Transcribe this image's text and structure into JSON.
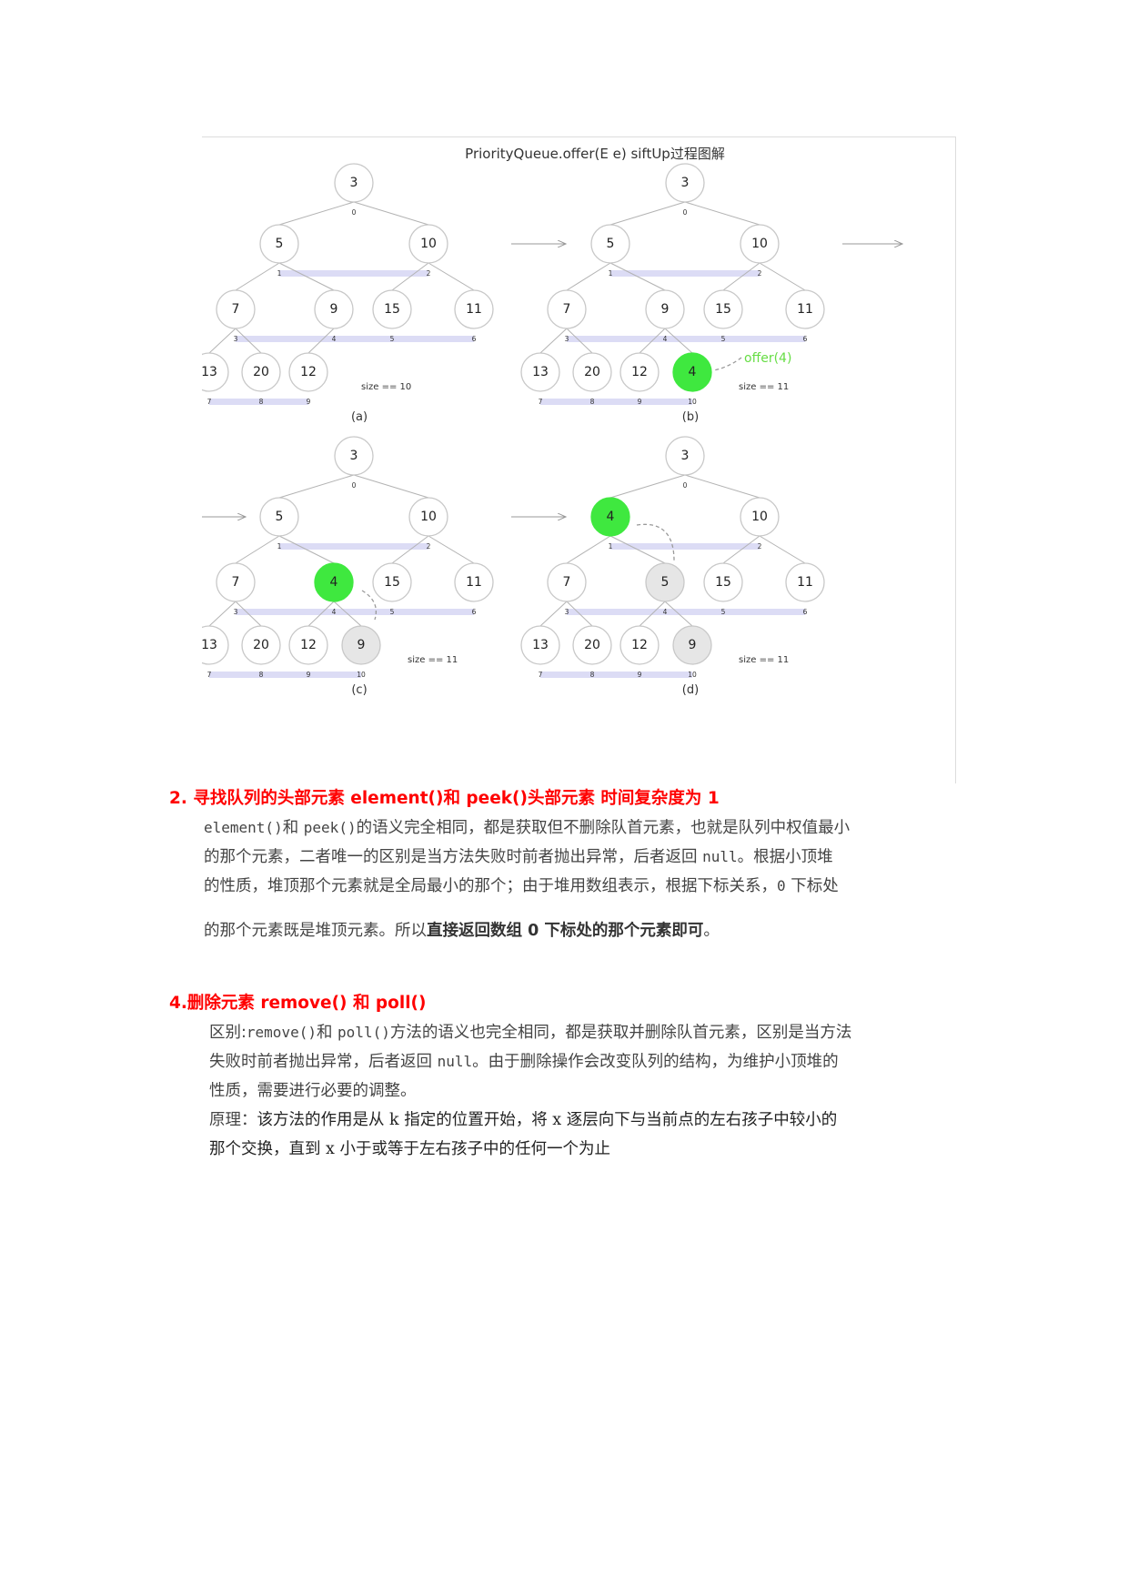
{
  "figure": {
    "title": "PriorityQueue.offer(E e) siftUp过程图解",
    "panels": [
      {
        "label": "(a)",
        "size_text": "size == 10",
        "nodes": [
          {
            "value": "3",
            "index": "0",
            "state": "normal"
          },
          {
            "value": "5",
            "index": "1",
            "state": "normal"
          },
          {
            "value": "10",
            "index": "2",
            "state": "normal"
          },
          {
            "value": "7",
            "index": "3",
            "state": "normal"
          },
          {
            "value": "9",
            "index": "4",
            "state": "normal"
          },
          {
            "value": "15",
            "index": "5",
            "state": "normal"
          },
          {
            "value": "11",
            "index": "6",
            "state": "normal"
          },
          {
            "value": "13",
            "index": "7",
            "state": "normal"
          },
          {
            "value": "20",
            "index": "8",
            "state": "normal"
          },
          {
            "value": "12",
            "index": "9",
            "state": "normal"
          }
        ]
      },
      {
        "label": "(b)",
        "size_text": "size == 11",
        "annotation": "offer(4)",
        "nodes": [
          {
            "value": "3",
            "index": "0",
            "state": "normal"
          },
          {
            "value": "5",
            "index": "1",
            "state": "normal"
          },
          {
            "value": "10",
            "index": "2",
            "state": "normal"
          },
          {
            "value": "7",
            "index": "3",
            "state": "normal"
          },
          {
            "value": "9",
            "index": "4",
            "state": "normal"
          },
          {
            "value": "15",
            "index": "5",
            "state": "normal"
          },
          {
            "value": "11",
            "index": "6",
            "state": "normal"
          },
          {
            "value": "13",
            "index": "7",
            "state": "normal"
          },
          {
            "value": "20",
            "index": "8",
            "state": "normal"
          },
          {
            "value": "12",
            "index": "9",
            "state": "normal"
          },
          {
            "value": "4",
            "index": "10",
            "state": "green"
          }
        ]
      },
      {
        "label": "(c)",
        "size_text": "size == 11",
        "nodes": [
          {
            "value": "3",
            "index": "0",
            "state": "normal"
          },
          {
            "value": "5",
            "index": "1",
            "state": "normal"
          },
          {
            "value": "10",
            "index": "2",
            "state": "normal"
          },
          {
            "value": "7",
            "index": "3",
            "state": "normal"
          },
          {
            "value": "4",
            "index": "4",
            "state": "green"
          },
          {
            "value": "15",
            "index": "5",
            "state": "normal"
          },
          {
            "value": "11",
            "index": "6",
            "state": "normal"
          },
          {
            "value": "13",
            "index": "7",
            "state": "normal"
          },
          {
            "value": "20",
            "index": "8",
            "state": "normal"
          },
          {
            "value": "12",
            "index": "9",
            "state": "normal"
          },
          {
            "value": "9",
            "index": "10",
            "state": "gray"
          }
        ]
      },
      {
        "label": "(d)",
        "size_text": "size == 11",
        "nodes": [
          {
            "value": "3",
            "index": "0",
            "state": "normal"
          },
          {
            "value": "4",
            "index": "1",
            "state": "green"
          },
          {
            "value": "10",
            "index": "2",
            "state": "normal"
          },
          {
            "value": "7",
            "index": "3",
            "state": "normal"
          },
          {
            "value": "5",
            "index": "4",
            "state": "gray"
          },
          {
            "value": "15",
            "index": "5",
            "state": "normal"
          },
          {
            "value": "11",
            "index": "6",
            "state": "normal"
          },
          {
            "value": "13",
            "index": "7",
            "state": "normal"
          },
          {
            "value": "20",
            "index": "8",
            "state": "normal"
          },
          {
            "value": "12",
            "index": "9",
            "state": "normal"
          },
          {
            "value": "9",
            "index": "10",
            "state": "gray"
          }
        ]
      }
    ]
  },
  "section2": {
    "heading": "2.   寻找队列的头部元素 element()和 peek()头部元素    时间复杂度为 1",
    "line1": {
      "m1": "element()",
      "t1": "和 ",
      "m2": "peek()",
      "t2": "的语义完全相同，都是获取但不删除队首元素，也就是队列中权值最小"
    },
    "line2": {
      "t1": "的那个元素，二者唯一的区别是当方法失败时前者抛出异常，后者返回 ",
      "m1": "null",
      "t2": "。根据小顶堆"
    },
    "line3": {
      "t1": "的性质，堆顶那个元素就是全局最小的那个；由于堆用数组表示，根据下标关系，",
      "m1": "0",
      "t2": " 下标处"
    },
    "line4": {
      "t1": "的那个元素既是堆顶元素。所以",
      "b1": "直接返回数组 0 下标处的那个元素即可",
      "t2": "。"
    }
  },
  "section4": {
    "heading": "4.删除元素  remove()  和 poll()",
    "line1": {
      "t1": "区别:",
      "m1": "remove()",
      "t2": "和 ",
      "m2": "poll()",
      "t3": "方法的语义也完全相同，都是获取并删除队首元素，区别是当方法"
    },
    "line2": {
      "t1": "失败时前者抛出异常，后者返回 ",
      "m1": "null",
      "t2": "。由于删除操作会改变队列的结构，为维护小顶堆的"
    },
    "line3": {
      "t1": "性质，需要进行必要的调整。"
    },
    "line4": {
      "t1": "原理：",
      "s1": "该方法的作用是从 k 指定的位置开始，将 x 逐层向下与当前点的左右孩子中较小的"
    },
    "line5": {
      "s1": "那个交换，直到 x 小于或等于左右孩子中的任何一个为止"
    }
  }
}
